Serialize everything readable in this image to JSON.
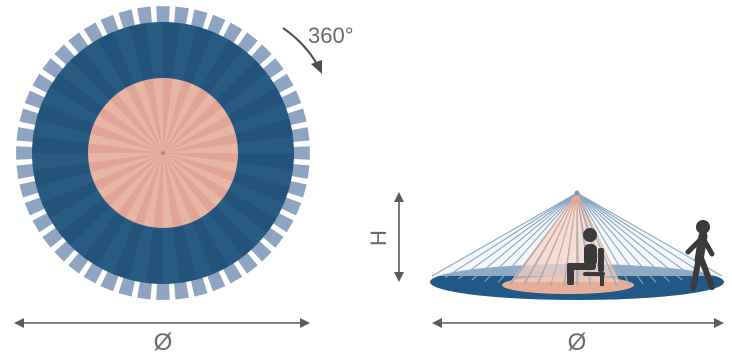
{
  "labels": {
    "rotation": "360°",
    "diameter_top_view": "Ø",
    "diameter_side_view": "Ø",
    "height": "H"
  },
  "colors": {
    "outer_ring": "#285a82",
    "ring_ticks": "#8fa4c0",
    "inner_zone": "#e8b6a4",
    "floor_outer": "#225886",
    "floor_inner": "#e5ae98",
    "cone_lines": "#8ba7c2",
    "inner_cone": "#f4d2c6",
    "person": "#3a3a3a",
    "arrow": "#5c5c5c",
    "text": "#6b6b6b"
  },
  "icons": [
    "sensor-top-view-icon",
    "seated-person-icon",
    "walking-person-icon"
  ]
}
